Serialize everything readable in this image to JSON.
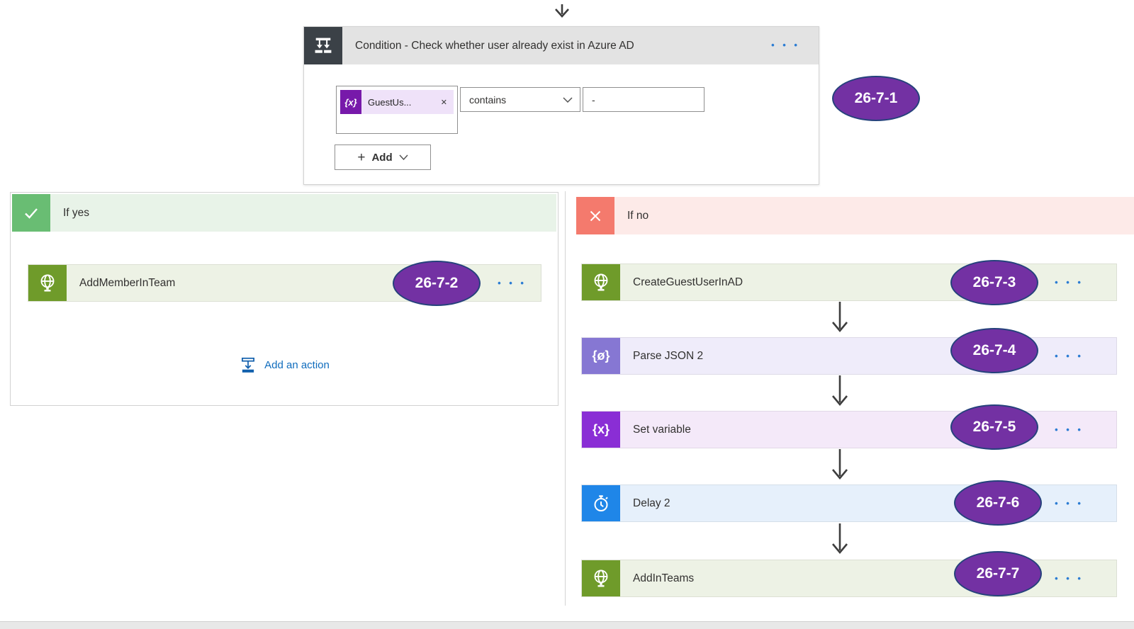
{
  "condition": {
    "title": "Condition - Check whether user already exist in Azure AD",
    "badge": "26-7-1",
    "left_operand": {
      "token_label": "GuestUs..."
    },
    "operator": "contains",
    "right_operand": "-",
    "add_button_label": "Add"
  },
  "branches": {
    "if_yes": {
      "label": "If yes",
      "add_action_label": "Add an action",
      "actions": [
        {
          "label": "AddMemberInTeam",
          "badge": "26-7-2",
          "type": "http"
        }
      ]
    },
    "if_no": {
      "label": "If no",
      "actions": [
        {
          "label": "CreateGuestUserInAD",
          "badge": "26-7-3",
          "type": "http"
        },
        {
          "label": "Parse JSON 2",
          "badge": "26-7-4",
          "type": "parse-json"
        },
        {
          "label": "Set variable",
          "badge": "26-7-5",
          "type": "set-variable"
        },
        {
          "label": "Delay 2",
          "badge": "26-7-6",
          "type": "delay"
        },
        {
          "label": "AddInTeams",
          "badge": "26-7-7",
          "type": "http"
        }
      ]
    }
  },
  "icons": {
    "ellipsis_menu": "• • •",
    "token_close": "✕",
    "plus": "+",
    "braces_x": "{x}",
    "braces_json": "{ø}"
  },
  "colors": {
    "badge_fill": "#7331a3",
    "badge_border": "#26427c",
    "http_icon": "#6f9b2a",
    "parse_json_icon": "#8677d3",
    "set_variable_icon": "#8a2ed5",
    "delay_icon": "#1f86e8",
    "if_yes_icon": "#69bd73",
    "if_no_icon": "#f47a6d",
    "condition_icon_bg": "#3b4147",
    "menu_dots_blue": "#2b7cd3",
    "link_blue": "#0f6cbd"
  }
}
